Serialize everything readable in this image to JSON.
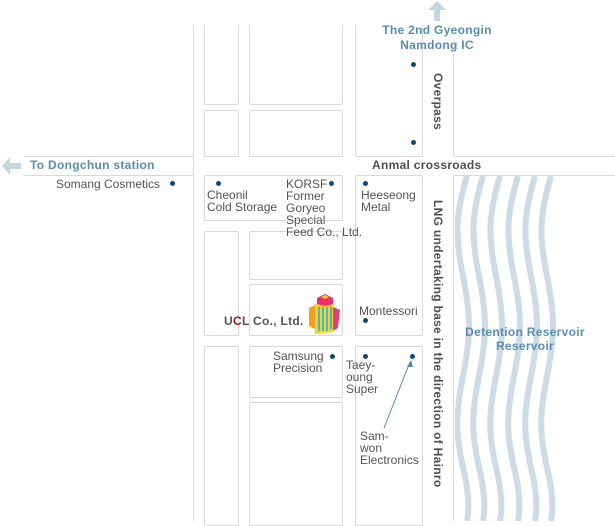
{
  "map": {
    "directions": {
      "west": "To Dongchun station",
      "north_line1": "The 2nd Gyeongin",
      "north_line2": "Namdong IC"
    },
    "roads": {
      "crossroads": "Anmal crossroads",
      "overpass": "Overpass",
      "lng_road": "LNG undertaking base in the direction of Hainro"
    },
    "reservoir": {
      "line1": "Detention Reservoir",
      "line2": "Reservoir",
      "color": "#cddbe6"
    },
    "company": {
      "name_prefix": "U",
      "name_highlight": "C",
      "name_suffix": "L Co., Ltd.",
      "highlight_color": "#a0161c",
      "icon": "building-icon"
    },
    "landmarks": {
      "somang": "Somang Cosmetics",
      "cheonil_1": "Cheonil",
      "cheonil_2": "Cold Storage",
      "korsf_1": "KORSF",
      "korsf_2": "Former",
      "korsf_3": "Goryeo",
      "korsf_4": "Special",
      "korsf_5": "Feed Co., Ltd.",
      "heeseong_1": "Heeseong",
      "heeseong_2": "Metal",
      "montessori": "Montessori",
      "samsung_1": "Samsung",
      "samsung_2": "Precision",
      "taeyoung_1": "Taey-",
      "taeyoung_2": "oung",
      "taeyoung_3": "Super",
      "samwon_1": "Sam-",
      "samwon_2": "won",
      "samwon_3": "Electronics"
    },
    "colors": {
      "direction_text": "#5b8db0",
      "arrow": "#c5d6e3",
      "dot": "#0e4a78",
      "road_line": "#d9d9d9"
    }
  }
}
